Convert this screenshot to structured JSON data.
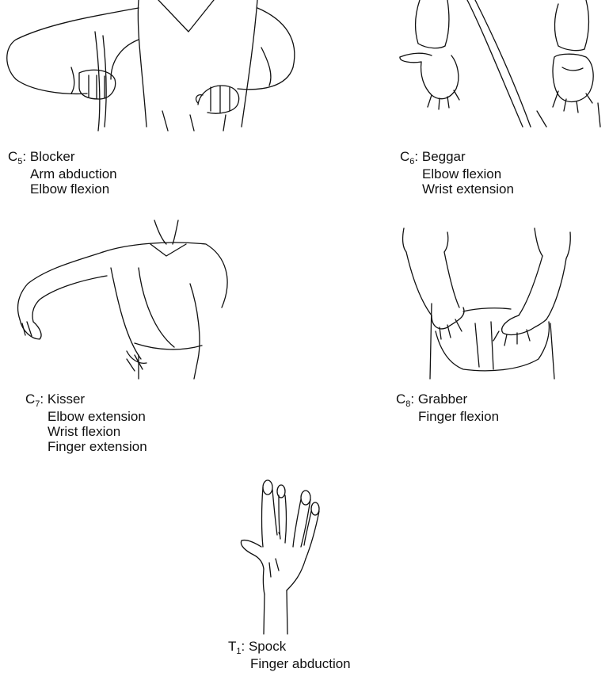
{
  "figure": {
    "panels": [
      {
        "id": "c5",
        "root_letter": "C",
        "root_number": "5",
        "name": ": Blocker",
        "movements": [
          "Arm abduction",
          "Elbow flexion"
        ],
        "illustration": "two-arms-abducted-fists-at-waist"
      },
      {
        "id": "c6",
        "root_letter": "C",
        "root_number": "6",
        "name": ": Beggar",
        "movements": [
          "Elbow flexion",
          "Wrist extension"
        ],
        "illustration": "two-hands-palms-up"
      },
      {
        "id": "c7",
        "root_letter": "C",
        "root_number": "7",
        "name": ": Kisser",
        "movements": [
          "Elbow extension",
          "Wrist flexion",
          "Finger extension"
        ],
        "illustration": "arms-extended-crossed-wrist-flexed"
      },
      {
        "id": "c8",
        "root_letter": "C",
        "root_number": "8",
        "name": ": Grabber",
        "movements": [
          "Finger flexion"
        ],
        "illustration": "two-hands-grasping-cloth"
      },
      {
        "id": "t1",
        "root_letter": "T",
        "root_number": "1",
        "name": ": Spock",
        "movements": [
          "Finger abduction"
        ],
        "illustration": "hand-fingers-spread-vulcan-salute"
      }
    ]
  }
}
